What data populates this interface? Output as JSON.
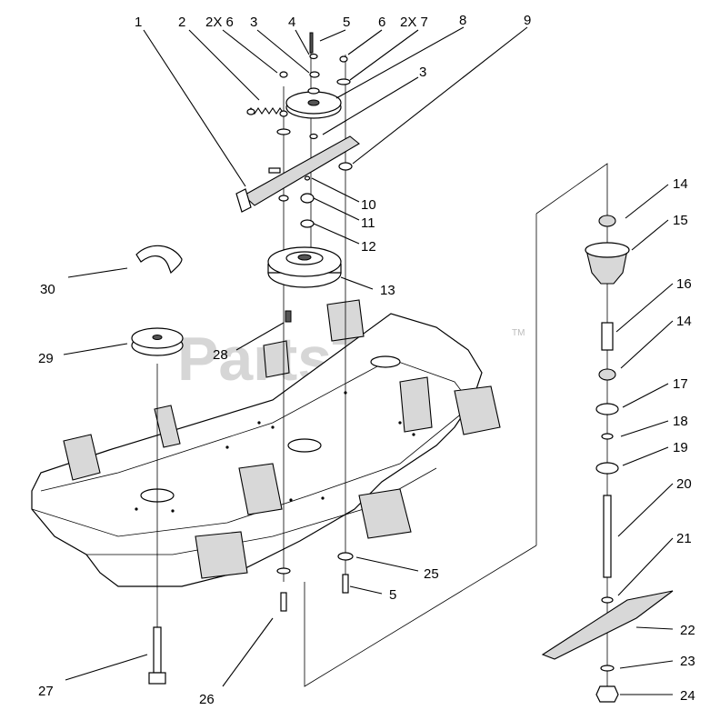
{
  "watermark": {
    "text": "PartsTree",
    "trademark": "TM"
  },
  "callouts": [
    "1",
    "2",
    "2X 6",
    "3",
    "4",
    "5",
    "6",
    "2X 7",
    "8",
    "9",
    "3",
    "10",
    "11",
    "12",
    "13",
    "30",
    "29",
    "28",
    "14",
    "15",
    "16",
    "14",
    "17",
    "18",
    "19",
    "20",
    "21",
    "22",
    "23",
    "24",
    "25",
    "5",
    "26",
    "27"
  ]
}
